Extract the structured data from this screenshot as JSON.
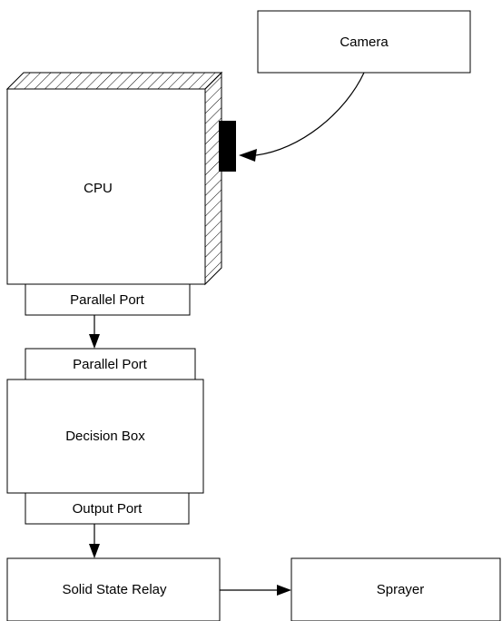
{
  "diagram": {
    "camera_label": "Camera",
    "cpu_label": "CPU",
    "cpu_parallel_port_label": "Parallel Port",
    "decision_parallel_port_label": "Parallel Port",
    "decision_box_label": "Decision Box",
    "output_port_label": "Output Port",
    "relay_label": "Solid State Relay",
    "sprayer_label": "Sprayer"
  }
}
